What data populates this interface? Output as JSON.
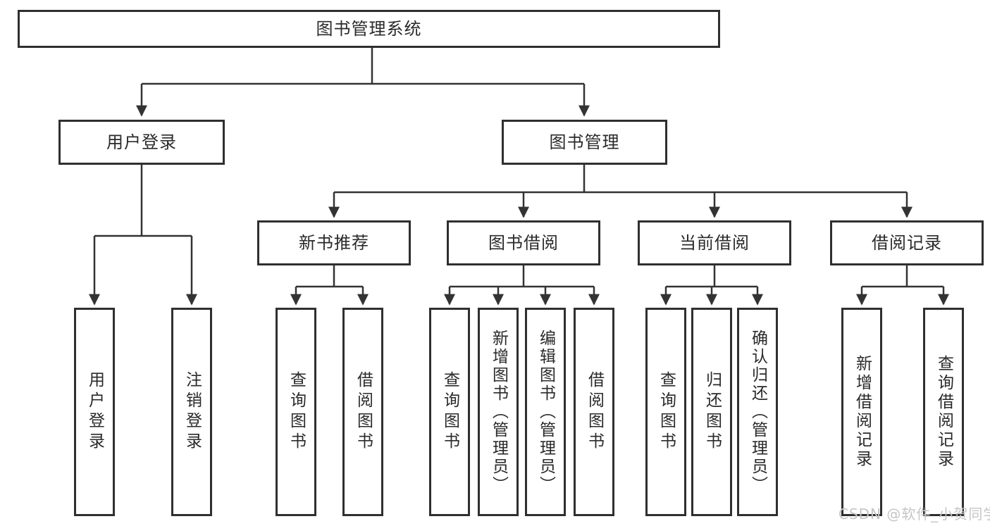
{
  "nodes": {
    "root": "图书管理系统",
    "user_login": "用户登录",
    "book_mgmt": "图书管理",
    "new_books": "新书推荐",
    "book_borrow": "图书借阅",
    "current_borrow": "当前借阅",
    "borrow_records": "借阅记录",
    "leaf_user_login": "用户登录",
    "leaf_logout": "注销登录",
    "leaf_nb_query": "查询图书",
    "leaf_nb_borrow": "借阅图书",
    "leaf_bb_query": "查询图书",
    "leaf_bb_add": "新增图书（管理员）",
    "leaf_bb_edit": "编辑图书（管理员）",
    "leaf_bb_borrow": "借阅图书",
    "leaf_cb_query": "查询图书",
    "leaf_cb_return": "归还图书",
    "leaf_cb_confirm": "确认归还（管理员）",
    "leaf_br_add": "新增借阅记录",
    "leaf_br_query": "查询借阅记录"
  },
  "watermark": "CSDN @软件_小贺同学",
  "colors": {
    "line": "#333333",
    "box_border": "#2f2f2f",
    "text": "#2a2a2a",
    "watermark": "#c5c5c5",
    "background": "#ffffff"
  }
}
